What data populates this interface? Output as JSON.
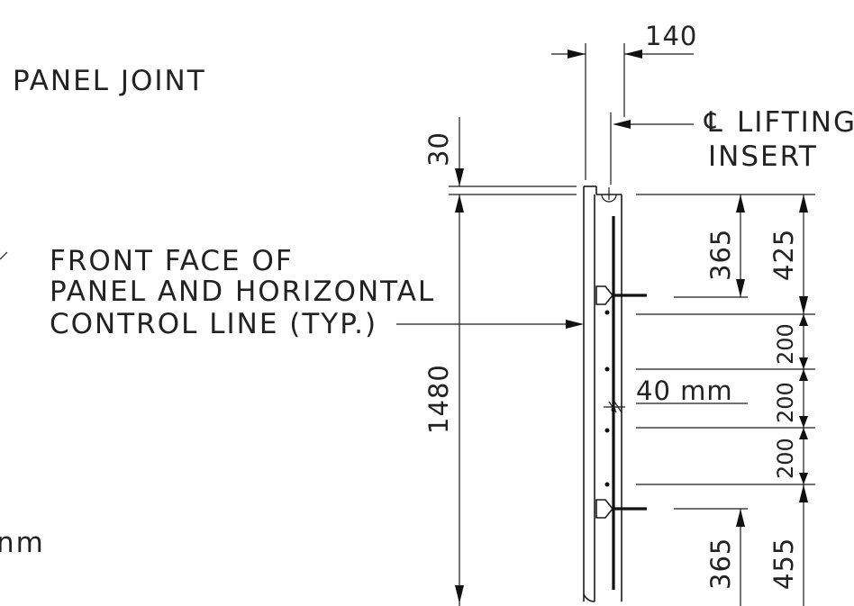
{
  "labels": {
    "panel_joint": "PANEL JOINT",
    "front_face_1": "FRONT FACE OF",
    "front_face_2": "PANEL AND HORIZONTAL",
    "front_face_3": "CONTROL LINE (TYP.)",
    "cl_symbol": "℄",
    "lifting_1": "LIFTING",
    "lifting_2": "INSERT",
    "unit_fragment": "nm",
    "spacing": "40  mm"
  },
  "dimensions": {
    "top_width": "140",
    "top_gap": "30",
    "overall_height": "1480",
    "insert_top_1": "365",
    "insert_top_2": "425",
    "pitch_1": "200",
    "pitch_2": "200",
    "pitch_3": "200",
    "insert_bot_1": "365",
    "insert_bot_2": "455"
  }
}
